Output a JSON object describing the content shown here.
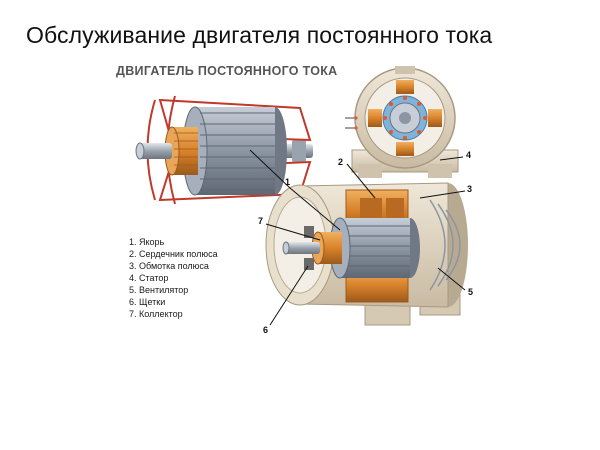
{
  "slide": {
    "title": "Обслуживание двигателя постоянного тока"
  },
  "diagram": {
    "title": "ДВИГАТЕЛЬ ПОСТОЯННОГО ТОКА",
    "legend": [
      "1. Якорь",
      "2. Сердечник полюса",
      "3. Обмотка полюса",
      "4. Статор",
      "5. Вентилятор",
      "6. Щетки",
      "7. Коллектор"
    ],
    "callouts": [
      "1",
      "2",
      "3",
      "4",
      "5",
      "6",
      "7"
    ],
    "colors": {
      "steel": "#8c96a3",
      "copper": "#d9822b",
      "stator": "#d8ccb8",
      "accent_red": "#c0392b"
    }
  }
}
